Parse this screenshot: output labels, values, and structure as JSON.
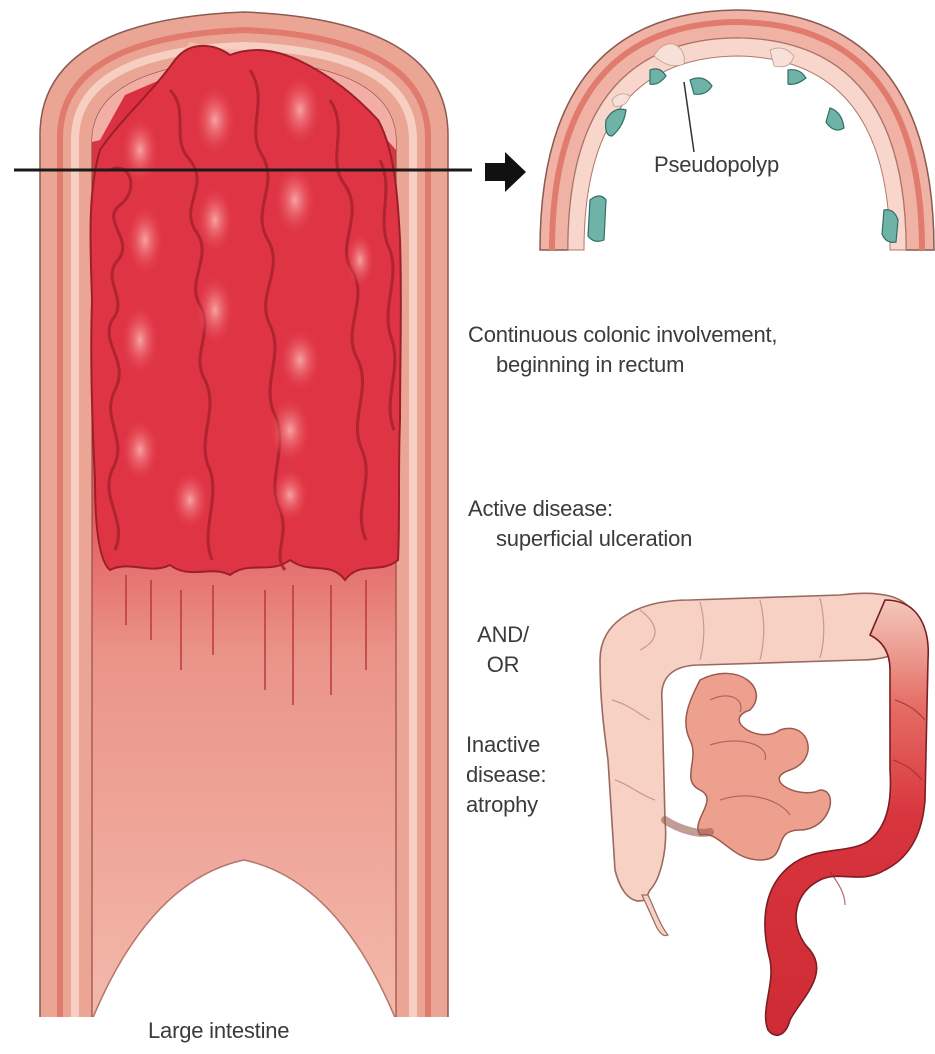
{
  "labels": {
    "pseudopolyp": "Pseudopolyp",
    "continuous_line1": "Continuous colonic involvement,",
    "continuous_line2": "beginning in rectum",
    "active_line1": "Active disease:",
    "active_line2": "superficial ulceration",
    "andor_line1": "AND/",
    "andor_line2": "OR",
    "inactive_line1": "Inactive",
    "inactive_line2": "disease:",
    "inactive_line3": "atrophy",
    "large_intestine": "Large intestine"
  },
  "colors": {
    "wall_outer": "#e9a18f",
    "wall_light": "#f7cfc2",
    "wall_stripe": "#e07b6e",
    "lumen": "#f1b1a3",
    "inflamed": "#e23a48",
    "inflamed_dark": "#b81f2e",
    "highlight": "#f37d84",
    "polyp_teal": "#6fb3a8",
    "small_bowel": "#eea08e",
    "colon_pale": "#f6d1c4",
    "colon_red": "#d8343d"
  }
}
